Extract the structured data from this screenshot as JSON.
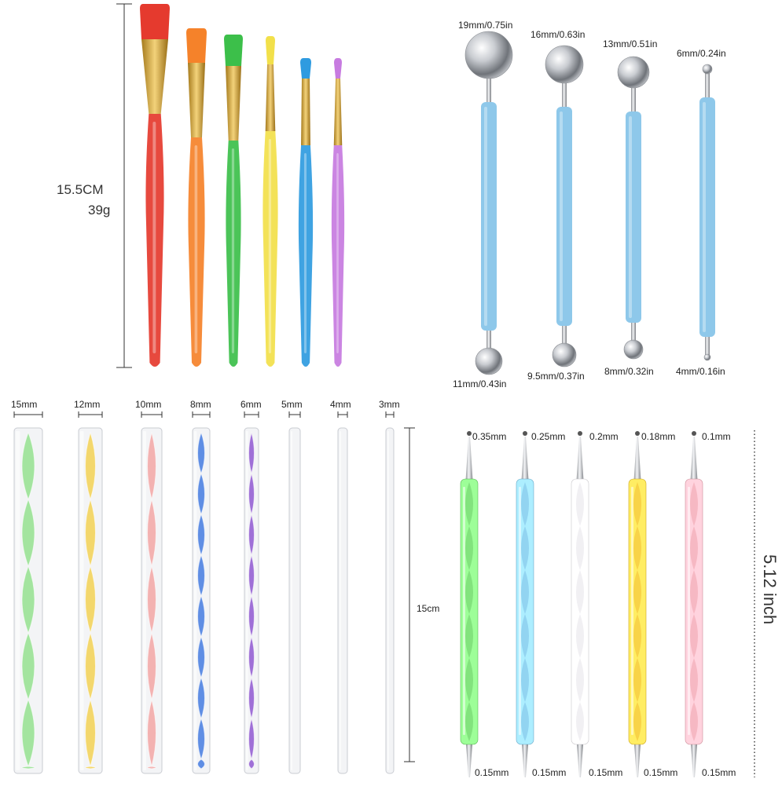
{
  "brushes": {
    "length_label": "15.5CM",
    "weight_label": "39g",
    "colors": [
      "#e53a2e",
      "#f5822a",
      "#3cbf4a",
      "#f2e04a",
      "#2f9be0",
      "#c77be0"
    ]
  },
  "ball_tools": {
    "top_sizes": [
      "19mm/0.75in",
      "16mm/0.63in",
      "13mm/0.51in",
      "6mm/0.24in"
    ],
    "bottom_sizes": [
      "11mm/0.43in",
      "9.5mm/0.37in",
      "8mm/0.32in",
      "4mm/0.16in"
    ],
    "handle_color": "#8ec8ea"
  },
  "mandala_rods": {
    "sizes": [
      "15mm",
      "12mm",
      "10mm",
      "8mm",
      "6mm",
      "5mm",
      "4mm",
      "3mm"
    ],
    "length_label": "15cm",
    "colors": [
      "#8fe08a",
      "#f2cf4a",
      "#f2a1a0",
      "#3a74e0",
      "#8a4fd0"
    ]
  },
  "dotting_tools": {
    "top_sizes": [
      "0.35mm",
      "0.25mm",
      "0.2mm",
      "0.18mm",
      "0.1mm"
    ],
    "bottom_sizes": [
      "0.15mm",
      "0.15mm",
      "0.15mm",
      "0.15mm",
      "0.15mm"
    ],
    "length_label": "5.12 inch",
    "colors": [
      "#7fe07a",
      "#8fd0f0",
      "#f0eef2",
      "#f7cf45",
      "#f5b5c0"
    ]
  }
}
